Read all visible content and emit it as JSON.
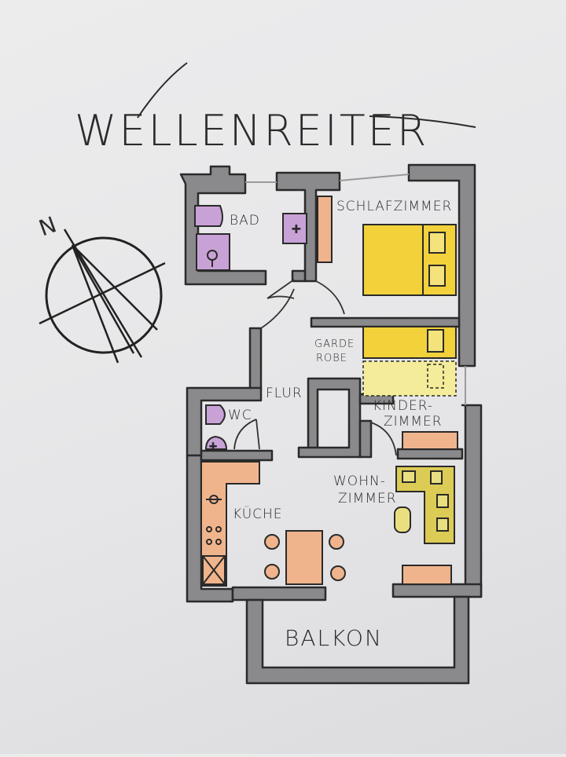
{
  "title": "WELLENREITER",
  "compass": {
    "north_label": "N"
  },
  "rooms": {
    "bad": "BAD",
    "schlafzimmer": "SCHLAFZIMMER",
    "garderobe_line1": "GARDE",
    "garderobe_line2": "ROBE",
    "flur": "FLUR",
    "wc": "WC",
    "kinderzimmer_line1": "KINDER-",
    "kinderzimmer_line2": "ZIMMER",
    "wohnzimmer_line1": "WOHN-",
    "wohnzimmer_line2": "ZIMMER",
    "kueche": "KÜCHE",
    "balkon": "BALKON"
  },
  "colors": {
    "wall": "#8a8a8c",
    "wall_outline": "#2a2a2a",
    "bath_fixture": "#c8a2d6",
    "bed": "#f2d13a",
    "bed_light": "#f4e27a",
    "wood": "#f0b48c",
    "sofa": "#dccb55"
  }
}
